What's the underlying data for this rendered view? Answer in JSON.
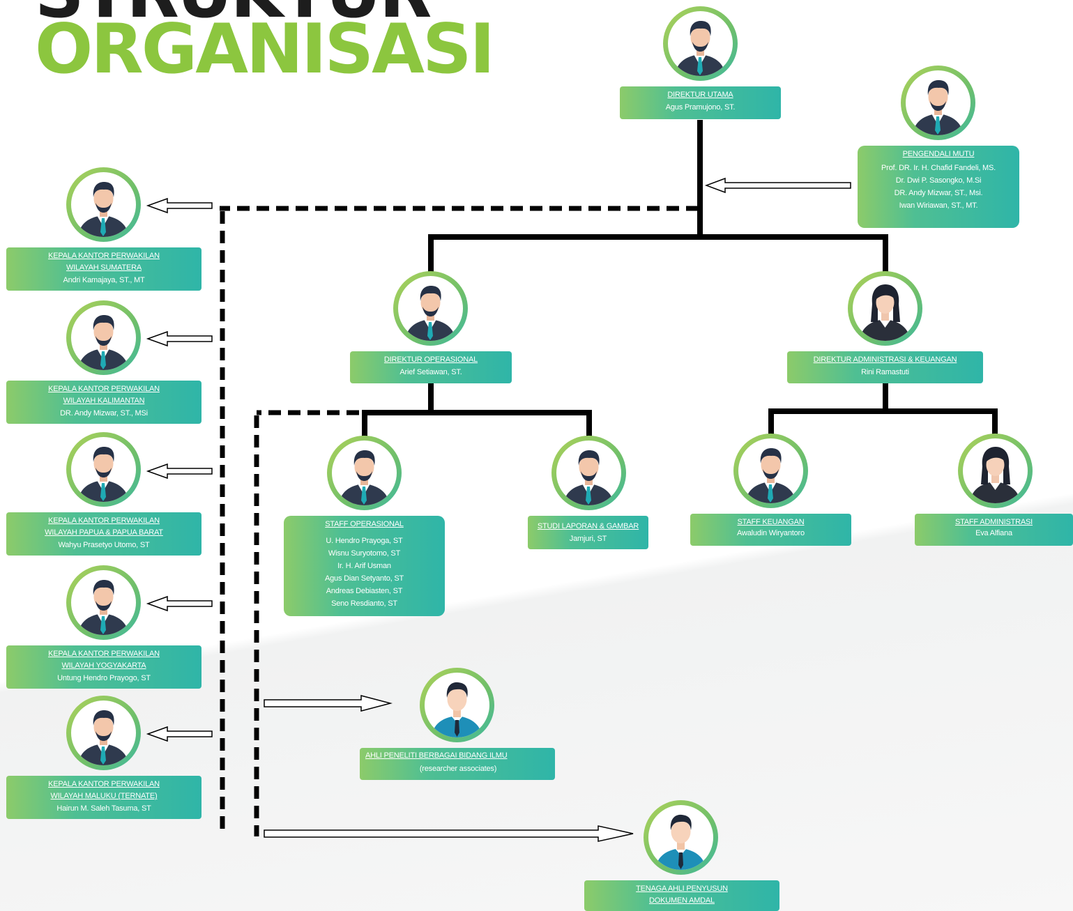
{
  "title": {
    "line1": "STRUKTUR",
    "line2": "ORGANISASI"
  },
  "colors": {
    "accent_green": "#8cc63f",
    "teal": "#2fb5a8",
    "line": "#000000"
  },
  "nodes": {
    "direktur_utama": {
      "role": "DIREKTUR UTAMA",
      "names": [
        "Agus Pramujono, ST."
      ],
      "icon": "man-avatar-icon"
    },
    "pengendali_mutu": {
      "role": "PENGENDALI MUTU",
      "names": [
        "Prof. DR. Ir. H. Chafid Fandeli, MS.",
        "Dr. Dwi P. Sasongko, M.Si",
        "DR. Andy Mizwar, ST., Msi.",
        "Iwan Wiriawan, ST., MT."
      ],
      "icon": "man-avatar-icon"
    },
    "direktur_operasional": {
      "role": "DIREKTUR OPERASIONAL",
      "names": [
        "Arief Setiawan, ST."
      ],
      "icon": "man-avatar-icon"
    },
    "direktur_administrasi": {
      "role": "DIREKTUR ADMINISTRASI & KEUANGAN",
      "names": [
        "Rini Ramastuti"
      ],
      "icon": "woman-avatar-icon"
    },
    "staff_operasional": {
      "role": "STAFF OPERASIONAL",
      "names": [
        "U. Hendro Prayoga, ST",
        "Wisnu Suryotomo, ST",
        "Ir. H. Arif Usman",
        "Agus Dian Setyanto, ST",
        "Andreas Debiasten, ST",
        "Seno Resdianto, ST"
      ],
      "icon": "man-avatar-icon"
    },
    "studi_laporan": {
      "role": "STUDI LAPORAN & GAMBAR",
      "names": [
        "Jamjuri, ST"
      ],
      "icon": "man-avatar-icon"
    },
    "staff_keuangan": {
      "role": "STAFF KEUANGAN",
      "names": [
        "Awaludin Wiryantoro"
      ],
      "icon": "man-avatar-icon"
    },
    "staff_administrasi": {
      "role": "STAFF ADMINISTRASI",
      "names": [
        "Eva Alfiana"
      ],
      "icon": "woman-avatar-icon"
    },
    "ahli_peneliti": {
      "role": "AHLI PENELITI BERBAGAI BIDANG ILMU",
      "names": [
        "(researcher associates)"
      ],
      "icon": "young-man-avatar-icon"
    },
    "tenaga_ahli": {
      "role": "TENAGA AHLI PENYUSUN DOKUMEN AMDAL",
      "names": [],
      "icon": "young-man-avatar-icon"
    },
    "kepala_sumatera": {
      "role": "KEPALA KANTOR PERWAKILAN WILAYAH SUMATERA",
      "names": [
        "Andri Kamajaya, ST., MT"
      ],
      "icon": "man-avatar-icon"
    },
    "kepala_kalimantan": {
      "role": "KEPALA KANTOR PERWAKILAN WILAYAH KALIMANTAN",
      "names": [
        "DR. Andy Mizwar, ST., MSi"
      ],
      "icon": "man-avatar-icon"
    },
    "kepala_papua": {
      "role": "KEPALA KANTOR PERWAKILAN WILAYAH PAPUA & PAPUA BARAT",
      "names": [
        "Wahyu Prasetyo Utomo, ST"
      ],
      "icon": "man-avatar-icon"
    },
    "kepala_yogyakarta": {
      "role": "KEPALA KANTOR PERWAKILAN WILAYAH YOGYAKARTA",
      "names": [
        "Untung Hendro Prayogo, ST"
      ],
      "icon": "man-avatar-icon"
    },
    "kepala_maluku": {
      "role": "KEPALA KANTOR PERWAKILAN WILAYAH MALUKU (TERNATE)",
      "names": [
        "Hairun M. Saleh Tasuma, ST"
      ],
      "icon": "man-avatar-icon"
    }
  }
}
